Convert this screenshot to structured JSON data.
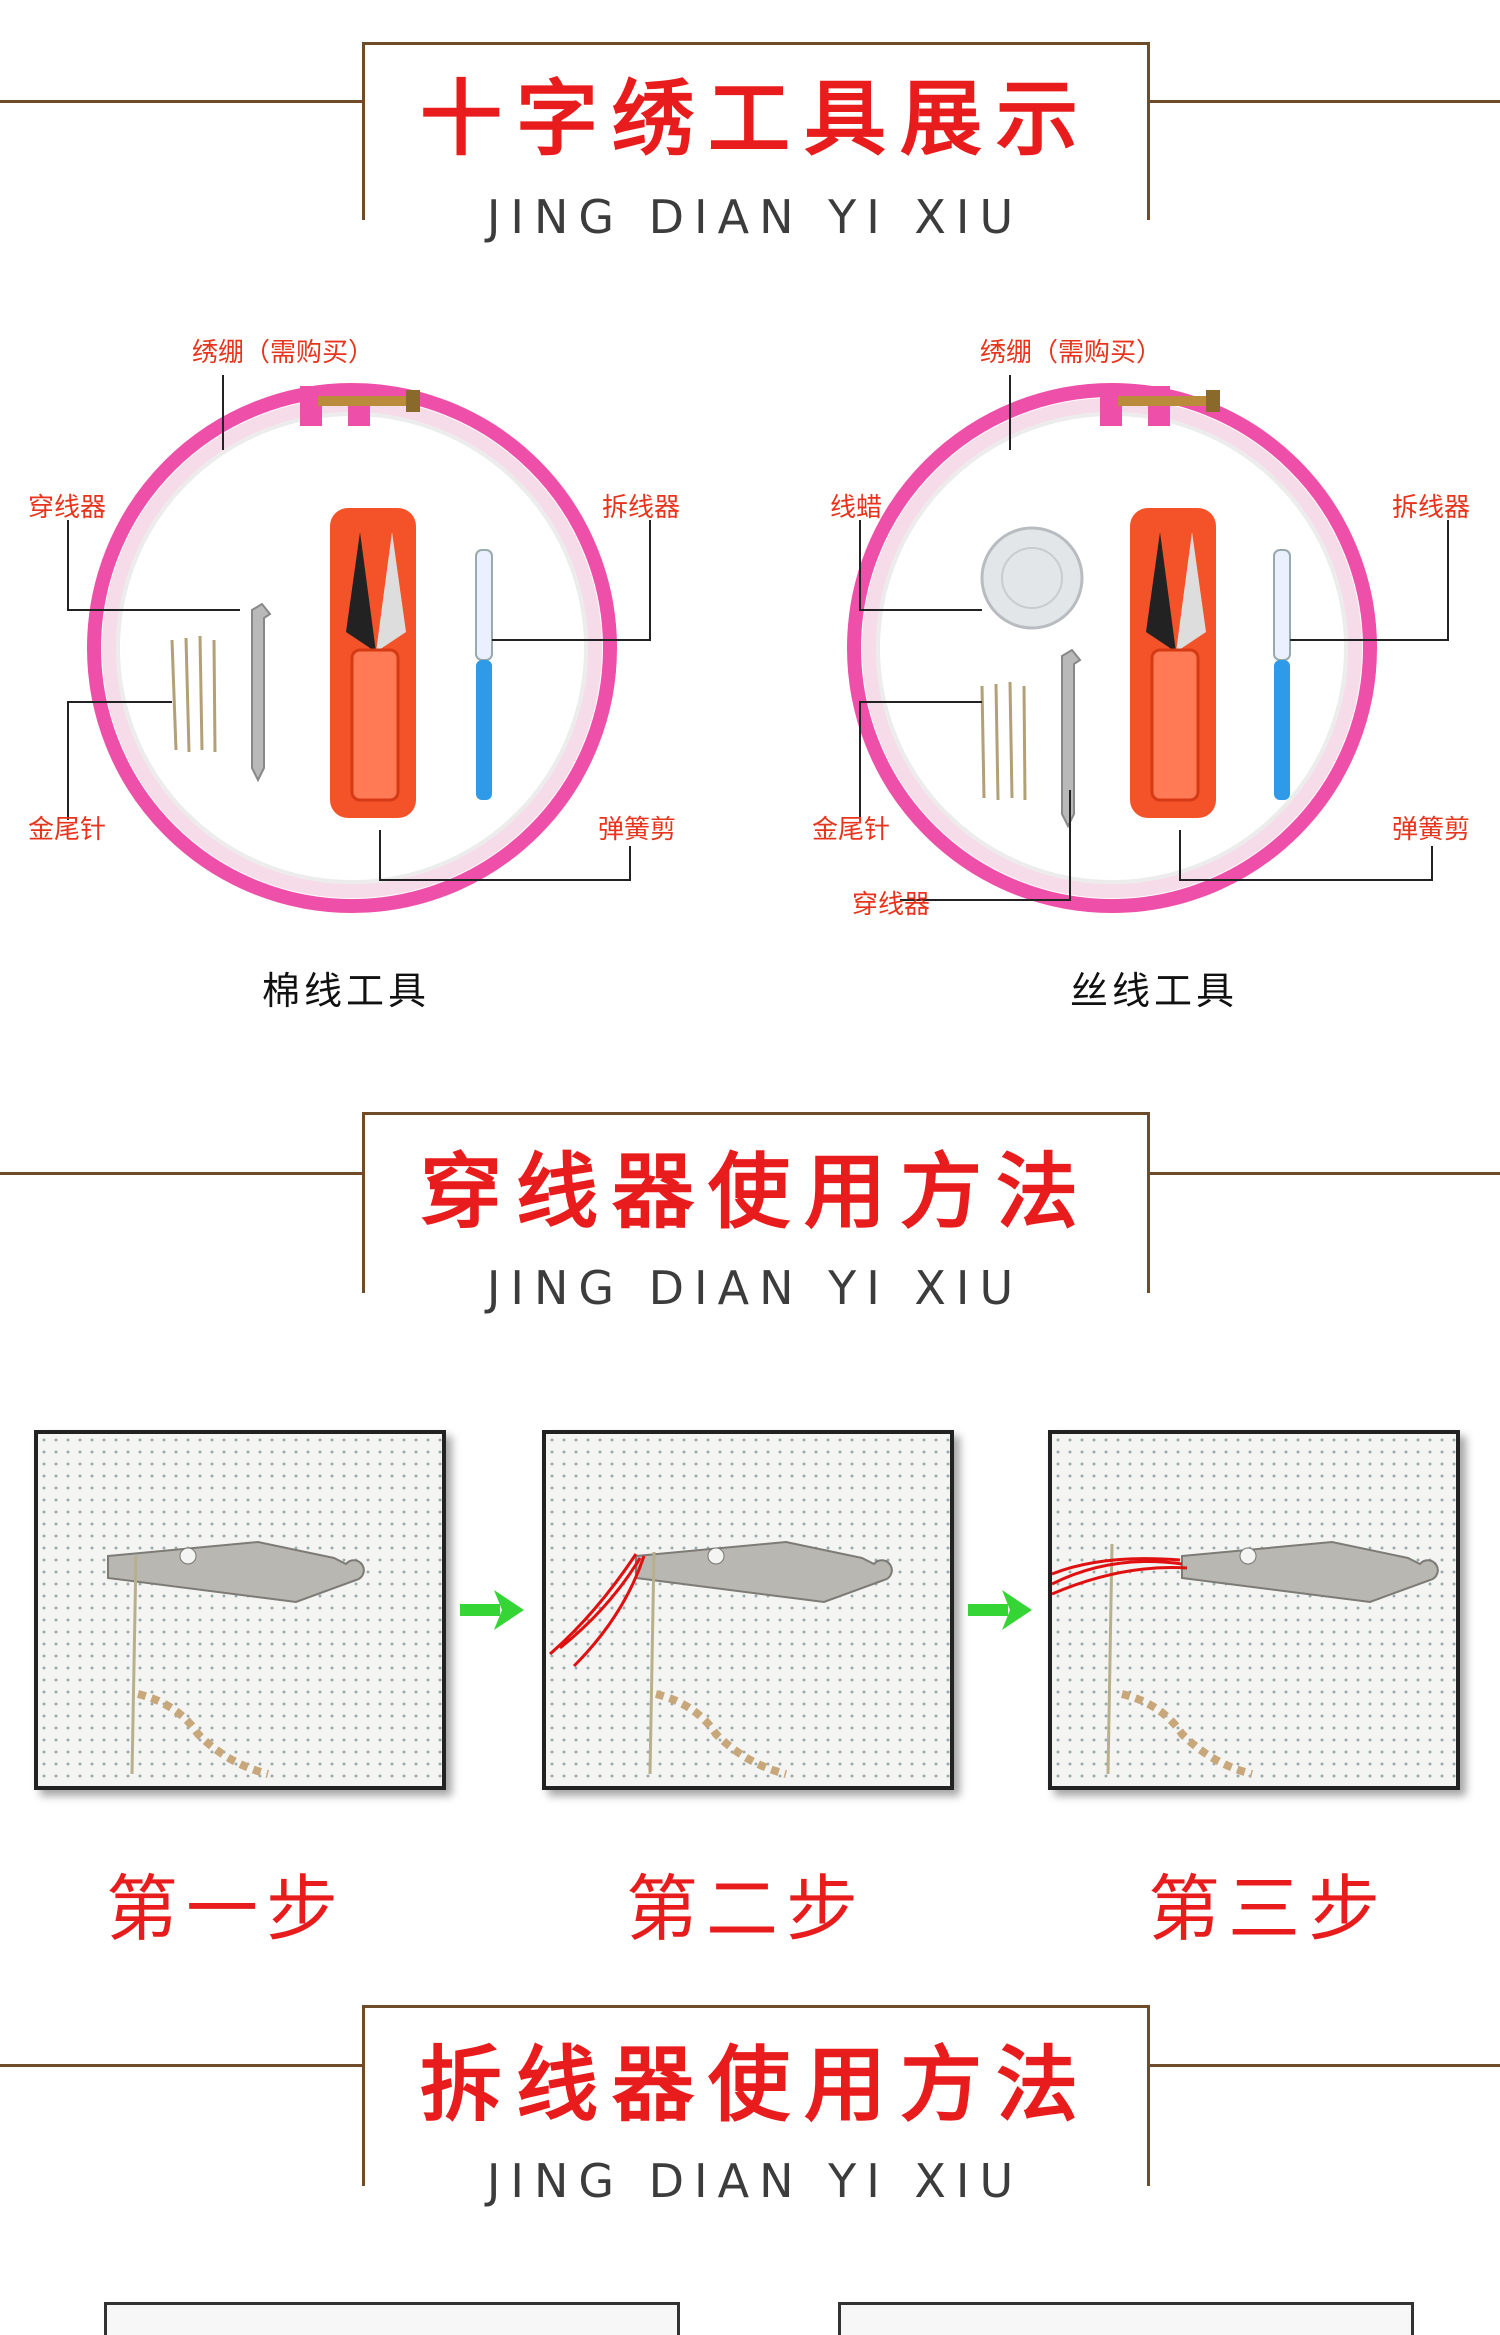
{
  "sections": [
    {
      "title": "十字绣工具展示",
      "subtitle": "JING DIAN YI XIU"
    },
    {
      "title": "穿线器使用方法",
      "subtitle": "JING DIAN YI XIU"
    },
    {
      "title": "拆线器使用方法",
      "subtitle": "JING DIAN YI XIU"
    }
  ],
  "tool_sets": [
    {
      "caption": "棉线工具",
      "labels": {
        "hoop": "绣绷（需购买）",
        "threader": "穿线器",
        "seam_ripper": "拆线器",
        "needles": "金尾针",
        "scissors": "弹簧剪"
      }
    },
    {
      "caption": "丝线工具",
      "labels": {
        "hoop": "绣绷（需购买）",
        "wax": "线蜡",
        "seam_ripper": "拆线器",
        "needles": "金尾针",
        "scissors": "弹簧剪",
        "threader": "穿线器"
      }
    }
  ],
  "steps": [
    {
      "label": "第一步"
    },
    {
      "label": "第二步"
    },
    {
      "label": "第三步"
    }
  ],
  "colors": {
    "accent_red": "#e81c1c",
    "frame_brown": "#6e4c2a",
    "hoop_pink": "#ee4fa8",
    "arrow_green": "#35d535"
  }
}
